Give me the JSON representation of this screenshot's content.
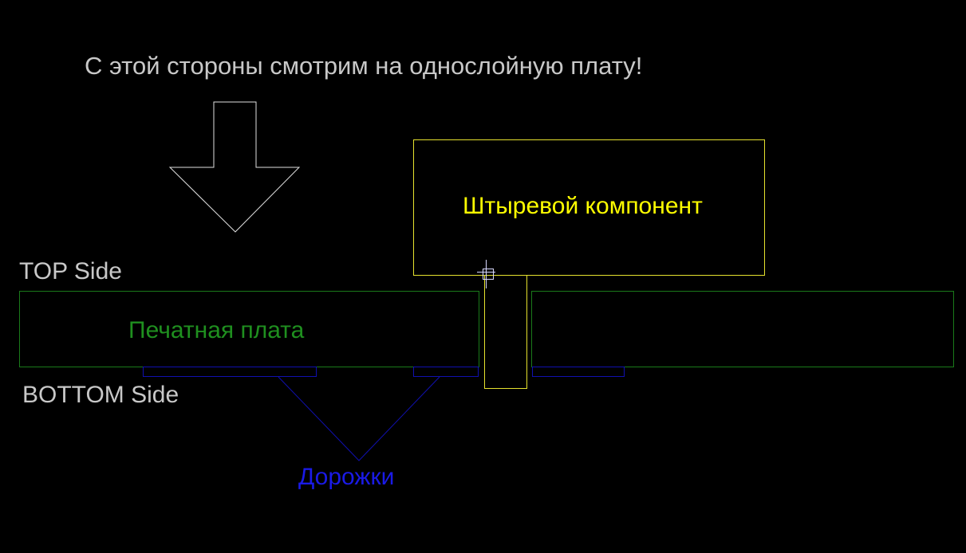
{
  "header_text": "С этой стороны смотрим на однослойную плату!",
  "labels": {
    "top_side": "TOP Side",
    "bottom_side": "BOTTOM Side",
    "board": "Печатная плата",
    "component": "Штыревой компонент",
    "traces": "Дорожки"
  },
  "colors": {
    "background": "#000000",
    "header_text": "#c8c8c8",
    "side_labels": "#c8c8c8",
    "arrow": "#e0e0e0",
    "board": "#1a7a1a",
    "board_label": "#1f8f1f",
    "component": "#e6e22e",
    "component_label": "#ffff00",
    "traces": "#1010b0",
    "traces_label": "#1a1ae6",
    "cursor": "#d8d8ff"
  },
  "icons": {
    "view_arrow": "arrow-down-icon",
    "cursor": "crosshair-cursor-icon"
  }
}
